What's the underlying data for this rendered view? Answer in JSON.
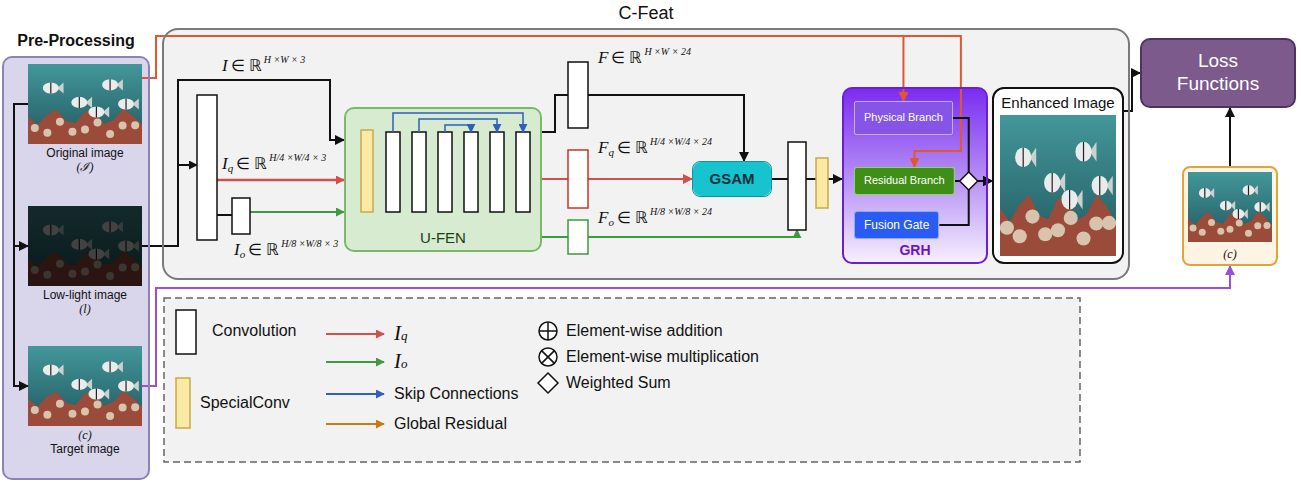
{
  "diagram": {
    "nodes": [
      {
        "text": [
          "Pre-Processing"
        ]
      },
      {
        "text": [
          "Original image",
          "(ℐ)"
        ],
        "in": 0
      },
      {
        "text": [
          "Low-light image",
          "(l)"
        ],
        "in": 0
      },
      {
        "text": [
          "(c)",
          "Target image"
        ],
        "in": 0
      },
      {
        "text": [
          "C-Feat"
        ]
      },
      {
        "text": [
          "U-FEN"
        ],
        "in": 4
      },
      {
        "text": [
          "GSAM"
        ],
        "in": 4
      },
      {
        "text": [
          "GRH"
        ],
        "in": 4
      },
      {
        "text": [
          "Physical Branch"
        ],
        "in": 7
      },
      {
        "text": [
          "Residual Branch"
        ],
        "in": 7
      },
      {
        "text": [
          "Fusion Gate"
        ],
        "in": 7
      },
      {
        "text": [
          "Enhanced Image"
        ],
        "in": 4
      },
      {
        "text": [
          "Loss Functions"
        ]
      },
      {
        "text": [
          "(c)"
        ]
      }
    ],
    "edges": [
      {
        "from": 1,
        "to": 2,
        "arrow": "to"
      },
      {
        "from": 1,
        "to": 3,
        "arrow": "to"
      },
      {
        "from": 2,
        "to": 5,
        "arrow": "to"
      },
      {
        "from": 5,
        "to": 6,
        "arrow": "to"
      },
      {
        "from": 5,
        "to": 6,
        "arrow": "to"
      },
      {
        "from": 6,
        "to": 7,
        "arrow": "to"
      },
      {
        "from": 1,
        "to": 8,
        "arrow": "to"
      },
      {
        "from": 1,
        "to": 9,
        "arrow": "to"
      },
      {
        "from": 8,
        "to": 11,
        "arrow": "to"
      },
      {
        "from": 9,
        "to": 11,
        "arrow": "to"
      },
      {
        "from": 10,
        "to": 11,
        "arrow": "to"
      },
      {
        "from": 11,
        "to": 12,
        "arrow": "to"
      },
      {
        "from": 13,
        "to": 12,
        "arrow": "to"
      },
      {
        "from": 3,
        "to": 13,
        "arrow": "to"
      }
    ],
    "labels": [
      "I",
      "∈ ℝ",
      "H ×W × 3",
      "I",
      "q",
      "∈ ℝ",
      "H/4 ×W/4 × 3",
      "I",
      "o",
      "∈ ℝ",
      "H/8 ×W/8 × 3",
      "F",
      "∈ ℝ",
      "H ×W × 24",
      "F",
      "q",
      "∈ ℝ",
      "H/4 ×W/4 × 24",
      "F",
      "o",
      "∈ ℝ",
      "H/8 ×W/8 × 24"
    ],
    "legend": [
      {
        "text": "Convolution",
        "color": "#ffffff"
      },
      {
        "text": "SpecialConv",
        "color": "#fbe9a6"
      },
      {
        "text": "Iq"
      },
      {
        "text": "Io"
      },
      {
        "text": "Skip Connections"
      },
      {
        "text": "Global Residual"
      },
      {
        "text": "Element-wise addition"
      },
      {
        "text": "Element-wise multiplication"
      },
      {
        "text": "Weighted Sum"
      }
    ]
  }
}
